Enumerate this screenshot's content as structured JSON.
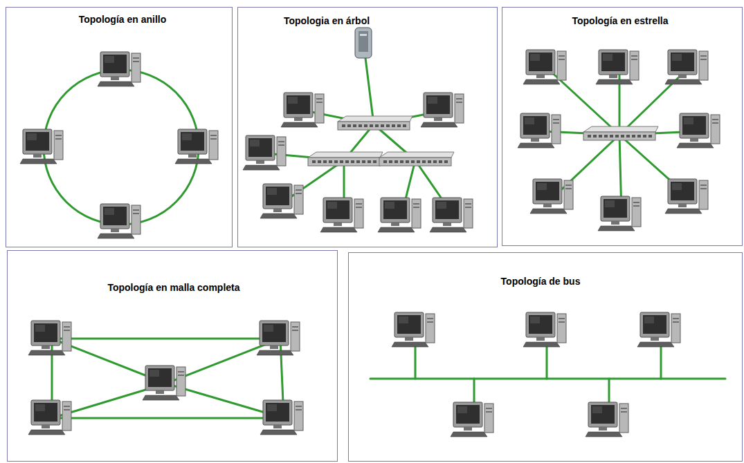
{
  "diagram": {
    "nodes": [
      {
        "text": [
          "Topología en anillo"
        ]
      },
      {
        "text": [
          "Topologia en árbol"
        ]
      },
      {
        "text": [
          "Topología en estrella"
        ]
      },
      {
        "text": [
          "Topología en malla completa"
        ]
      },
      {
        "text": [
          "Topología de bus"
        ]
      }
    ]
  }
}
